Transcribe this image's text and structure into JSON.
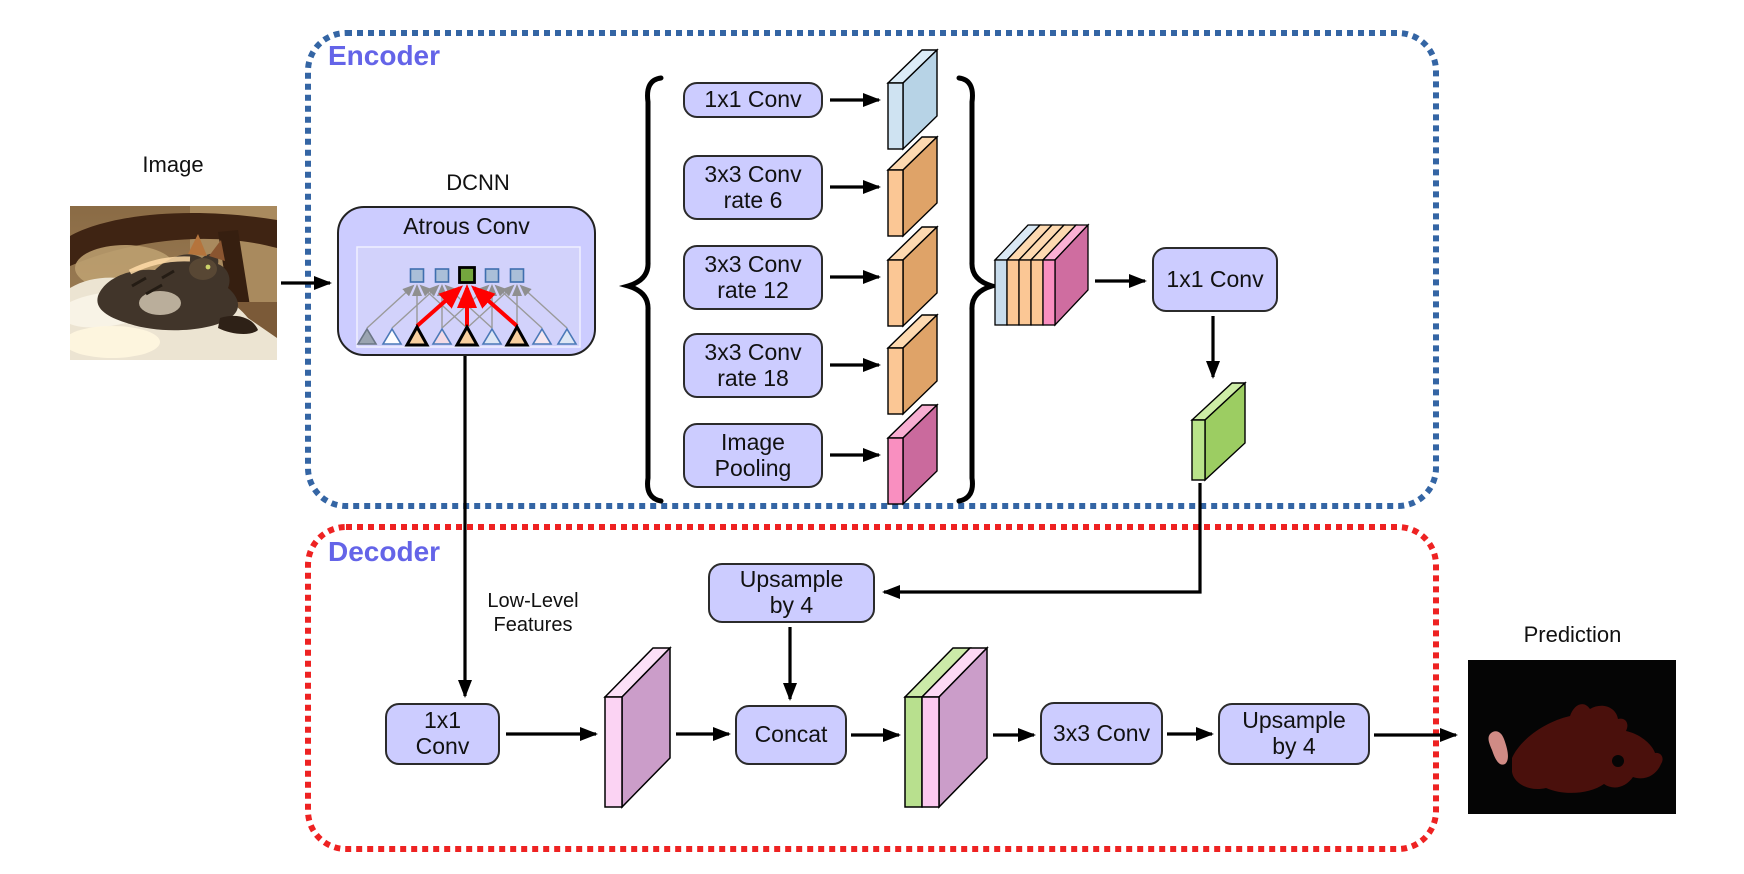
{
  "figure": {
    "image_label": "Image",
    "dcnn_label": "DCNN",
    "prediction_label": "Prediction",
    "low_level_features": "Low-Level Features",
    "encoder": {
      "heading": "Encoder",
      "atrous_conv": "Atrous Conv",
      "aspp": [
        "1x1 Conv",
        "3x3 Conv rate 6",
        "3x3 Conv rate 12",
        "3x3 Conv rate 18",
        "Image Pooling"
      ],
      "projection_conv": "1x1 Conv"
    },
    "decoder": {
      "heading": "Decoder",
      "upsample_in": "Upsample by 4",
      "conv_1x1": "1x1 Conv",
      "concat": "Concat",
      "conv_3x3": "3x3 Conv",
      "upsample_out": "Upsample by 4"
    },
    "colors": {
      "encoder_border": "#3465a4",
      "decoder_border": "#ee2222",
      "heading_text": "#6464e8",
      "node_fill": "#ccccff",
      "node_border": "#2b2b2b",
      "red_arrow": "#ff0000",
      "feature_blue": "#c8dcec",
      "feature_orange": "#fbc795",
      "feature_pink": "#f98fc0",
      "feature_green": "#a8d878",
      "feature_mauve": "#cb9dc9",
      "feature_lightpink": "#fbd3f3"
    }
  }
}
